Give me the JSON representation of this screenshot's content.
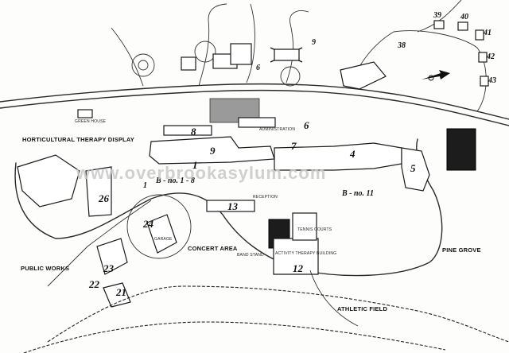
{
  "area_labels": {
    "horticultural": "HORTICULTURAL THERAPY DISPLAY",
    "concert": "CONCERT AREA",
    "public_works": "PUBLIC WORKS",
    "pine_grove": "PINE GROVE",
    "athletic_field": "ATHLETIC FIELD"
  },
  "building_labels": {
    "reception": "RECEPTION",
    "tennis_courts": "TENNIS COURTS",
    "activity_therapy": "ACTIVITY THERAPY BUILDING",
    "administration": "ADMINISTRATION",
    "green_house": "GREEN HOUSE",
    "band_stand": "BAND STAND",
    "garage": "GARAGE"
  },
  "handwritten_numbers": {
    "n1": "1",
    "n4": "4",
    "n5": "5",
    "n6": "6",
    "n7": "7",
    "n8": "8",
    "n9": "9",
    "n12": "12",
    "n13": "13",
    "n21": "21",
    "n22": "22",
    "n23": "23",
    "n24": "24",
    "n26": "26",
    "n38": "38",
    "n39": "39",
    "n40": "40",
    "n41": "41",
    "n42": "42",
    "n43": "43",
    "n9b": "9",
    "n6b": "6",
    "n1b": "1",
    "b_no_1_8": "B - no. 1 - 8",
    "b_no_11": "B - no. 11"
  },
  "watermark": "www.overbrookasylum.com"
}
